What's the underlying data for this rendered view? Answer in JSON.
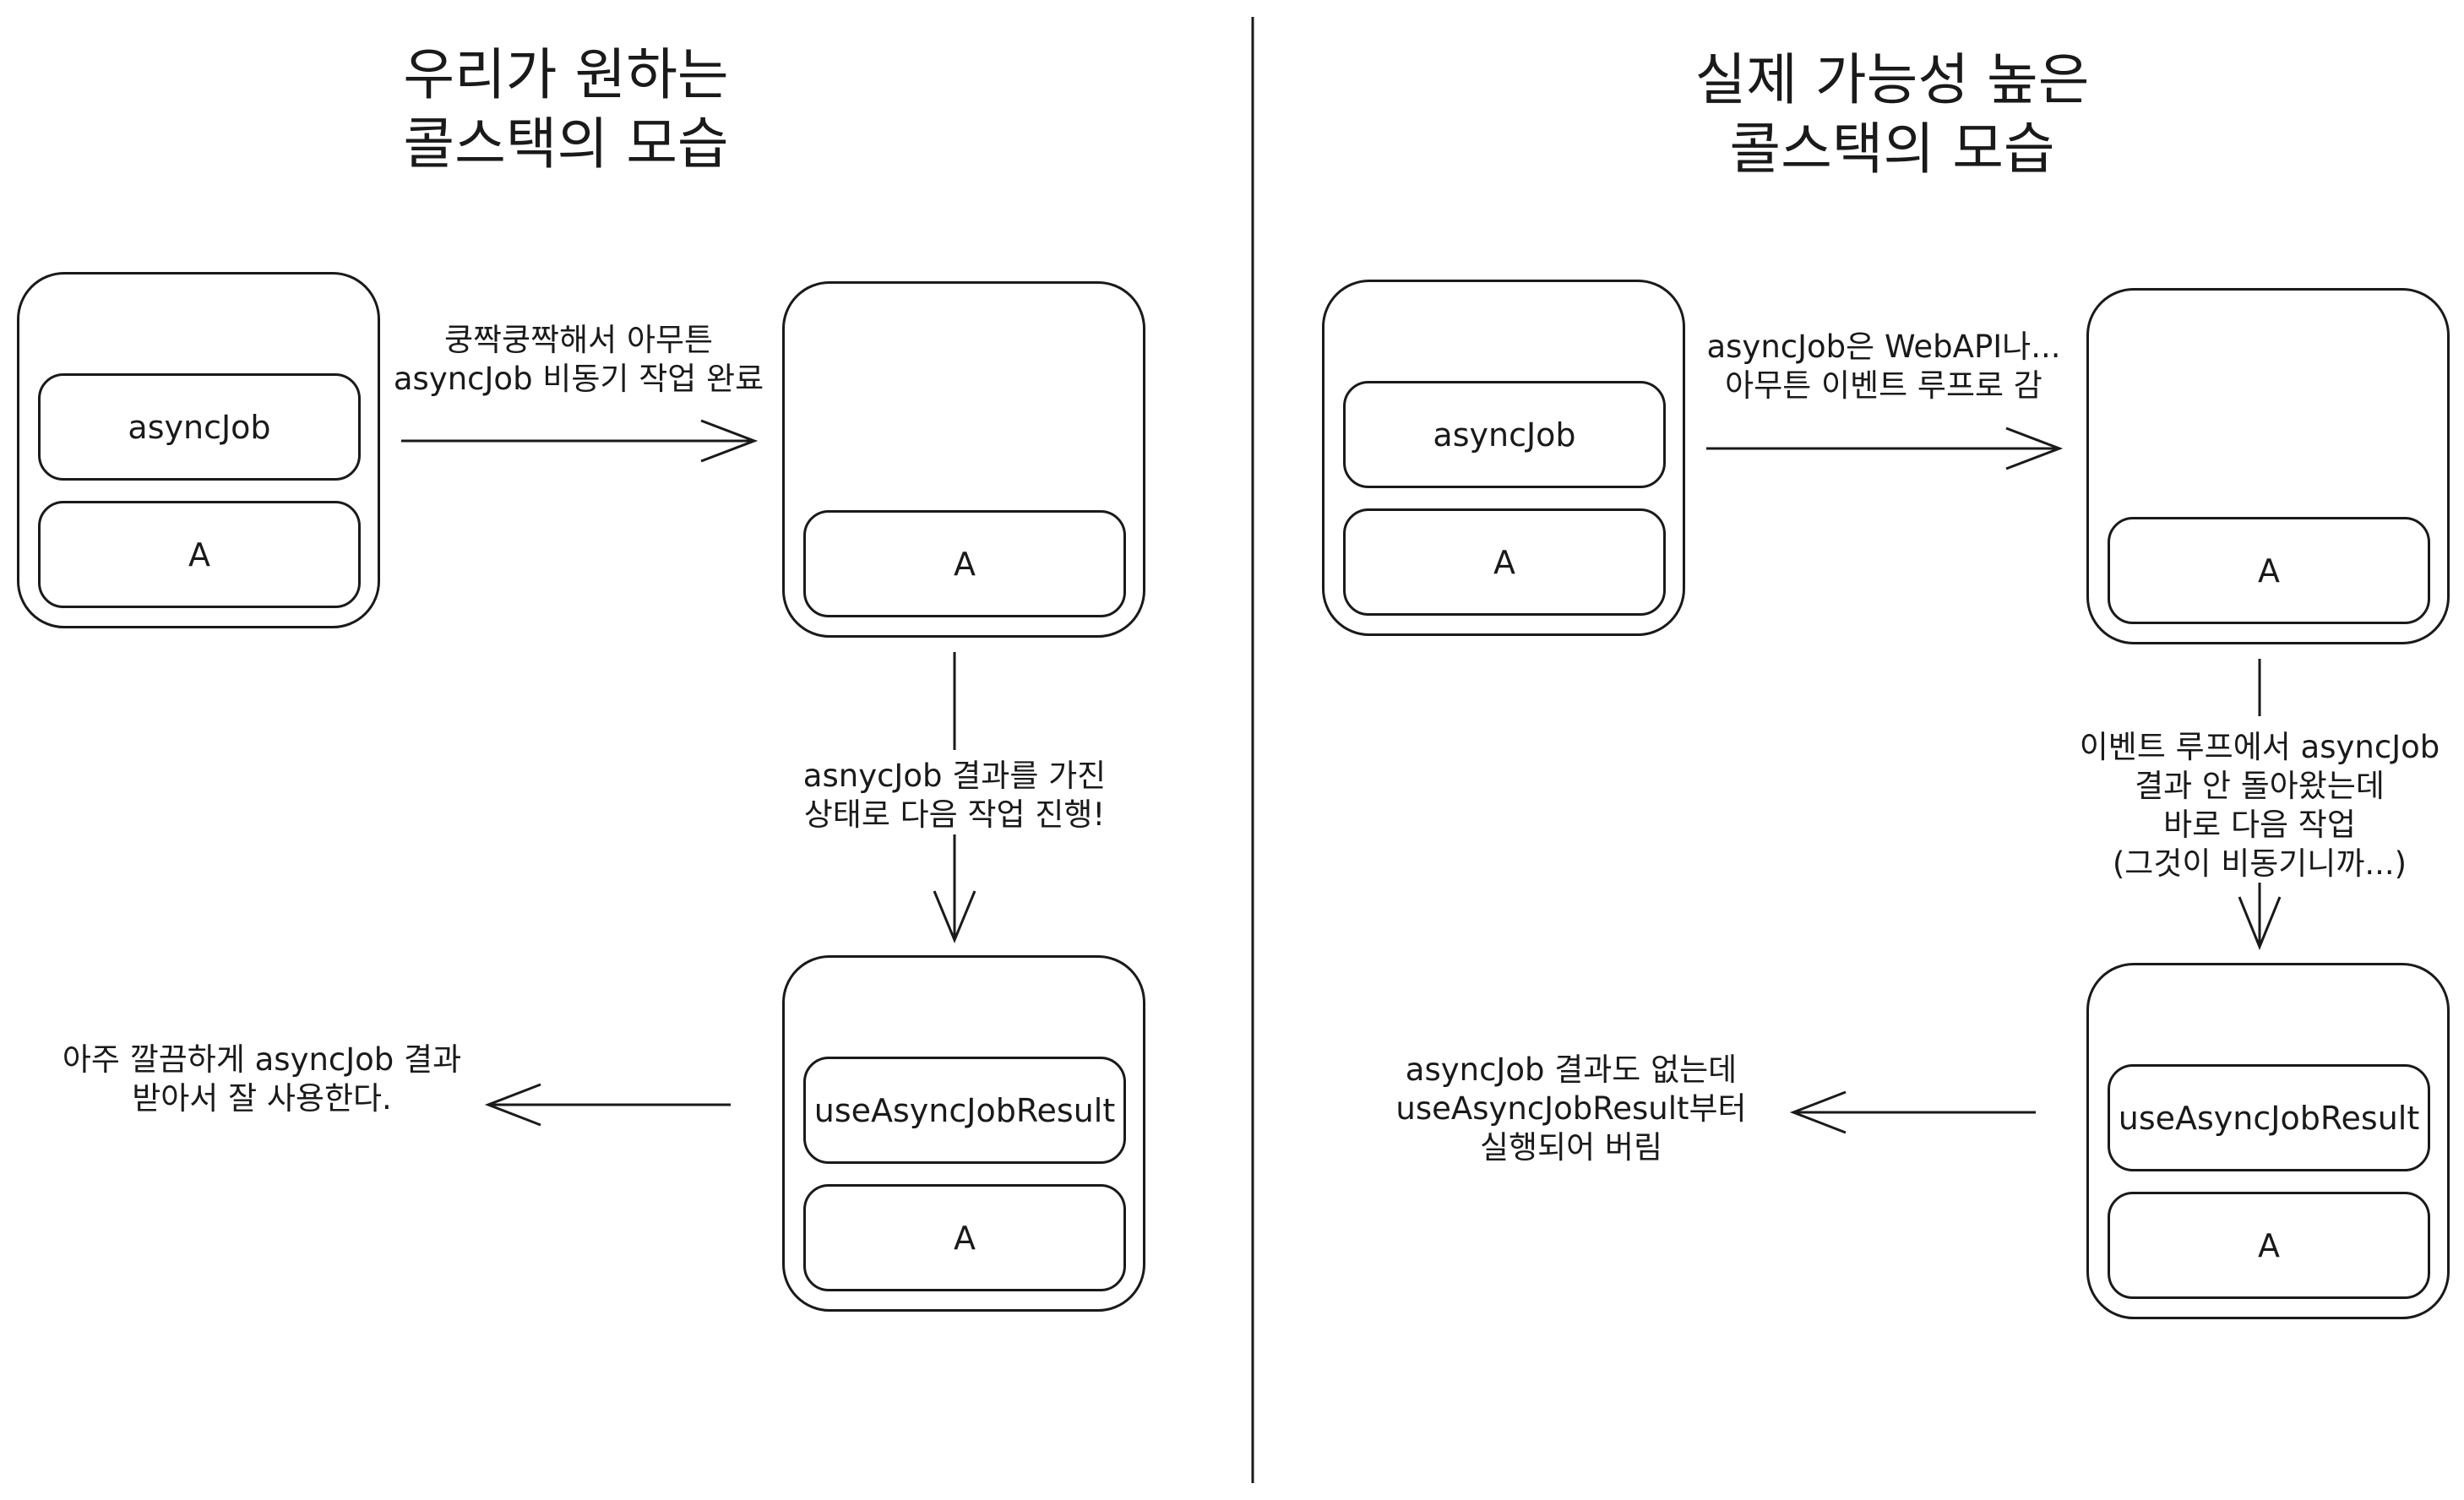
{
  "left": {
    "title": [
      "우리가 원하는",
      "콜스택의 모습"
    ],
    "stack1": {
      "top": "asyncJob",
      "bottom": "A"
    },
    "stack2": {
      "bottom": "A"
    },
    "stack3": {
      "top": "useAsyncJobResult",
      "bottom": "A"
    },
    "arrow_right_label": [
      "쿵짝쿵짝해서 아무튼",
      "asyncJob 비동기 작업 완료"
    ],
    "arrow_down_label": [
      "asnycJob 결과를 가진",
      "상태로 다음 작업 진행!"
    ],
    "arrow_left_label": [
      "아주 깔끔하게 asyncJob 결과",
      "받아서 잘 사용한다."
    ]
  },
  "right": {
    "title": [
      "실제 가능성 높은",
      "콜스택의 모습"
    ],
    "stack1": {
      "top": "asyncJob",
      "bottom": "A"
    },
    "stack2": {
      "bottom": "A"
    },
    "stack3": {
      "top": "useAsyncJobResult",
      "bottom": "A"
    },
    "arrow_right_label": [
      "asyncJob은 WebAPI나...",
      "아무튼 이벤트 루프로 감"
    ],
    "arrow_down_label": [
      "이벤트 루프에서 asyncJob",
      "결과 안 돌아왔는데",
      "바로 다음 작업",
      "(그것이 비동기니까...)"
    ],
    "arrow_left_label": [
      "asyncJob 결과도 없는데",
      "useAsyncJobResult부터",
      "실행되어 버림"
    ]
  }
}
